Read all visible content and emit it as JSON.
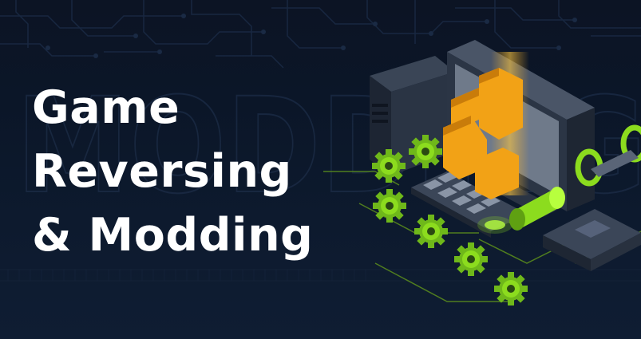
{
  "banner": {
    "title_lines": [
      "Game",
      "Reversing",
      "& Modding"
    ],
    "watermark_text": "MODDING",
    "colors": {
      "background": "#0c1424",
      "accent_green": "#8cdc1e",
      "pixel_orange": "#f2a216",
      "title": "#ffffff"
    },
    "illustration_icons": [
      "computer-monitor-icon",
      "computer-tower-icon",
      "keyboard-icon",
      "pixel-pacman-icon",
      "gear-icon",
      "cylinder-icon",
      "microchip-icon"
    ]
  }
}
